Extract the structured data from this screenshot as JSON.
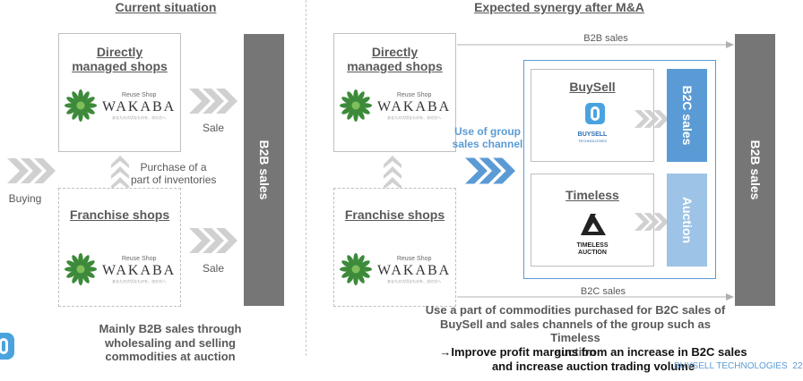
{
  "left": {
    "heading": "Current situation",
    "directly_title_1": "Directly",
    "directly_title_2": "managed shops",
    "franchise_title": "Franchise shops",
    "sale_top": "Sale",
    "sale_bottom": "Sale",
    "buying": "Buying",
    "purchase_1": "Purchase of a",
    "purchase_2": "part of inventories",
    "b2b_bar": "B2B sales",
    "note_1": "Mainly B2B sales through",
    "note_2": "wholesaling and selling",
    "note_3": "commodities at auction"
  },
  "right": {
    "heading": "Expected synergy after M&A",
    "directly_title_1": "Directly",
    "directly_title_2": "managed shops",
    "franchise_title": "Franchise shops",
    "b2b_top_label": "B2B sales",
    "b2c_bottom_label": "B2C sales",
    "group_channel_1": "Use of group",
    "group_channel_2": "sales channel",
    "buysell_title": "BuySell",
    "buysell_logo_text_1": "BUYSELL",
    "buysell_logo_text_2": "TECHNOLOGIES",
    "timeless_title": "Timeless",
    "timeless_logo_text_1": "TIMELESS",
    "timeless_logo_text_2": "AUCTION",
    "b2c_bar": "B2C sales",
    "auction_bar": "Auction",
    "b2b_bar": "B2B sales",
    "note_1": "Use a part of commodities purchased for B2C sales of",
    "note_2": "BuySell and sales channels of the group such as Timeless",
    "note_3": "auction",
    "note_4": "→Improve profit margins from an increase in B2C sales",
    "note_5": "and increase auction trading volume"
  },
  "wakaba": {
    "small": "Reuse Shop",
    "big": "WAKABA",
    "tagline": "あなたの大切なものを、次の方へ"
  },
  "footer": {
    "company": "BUYSELL TECHNOLOGIES",
    "page_number": "22"
  },
  "colors": {
    "gray_bar": "#767676",
    "blue_bar": "#5b9bd5",
    "light_blue_bar": "#9dc3e6",
    "arrow_gray": "#d0d0d0",
    "arrow_blue": "#5b9bd5"
  },
  "icons": [
    "chevron-arrow-icon",
    "up-chevron-arrow-icon",
    "wakaba-leaf-logo-icon",
    "buysell-logo-icon",
    "timeless-logo-icon",
    "buysell-corner-logo-icon"
  ]
}
